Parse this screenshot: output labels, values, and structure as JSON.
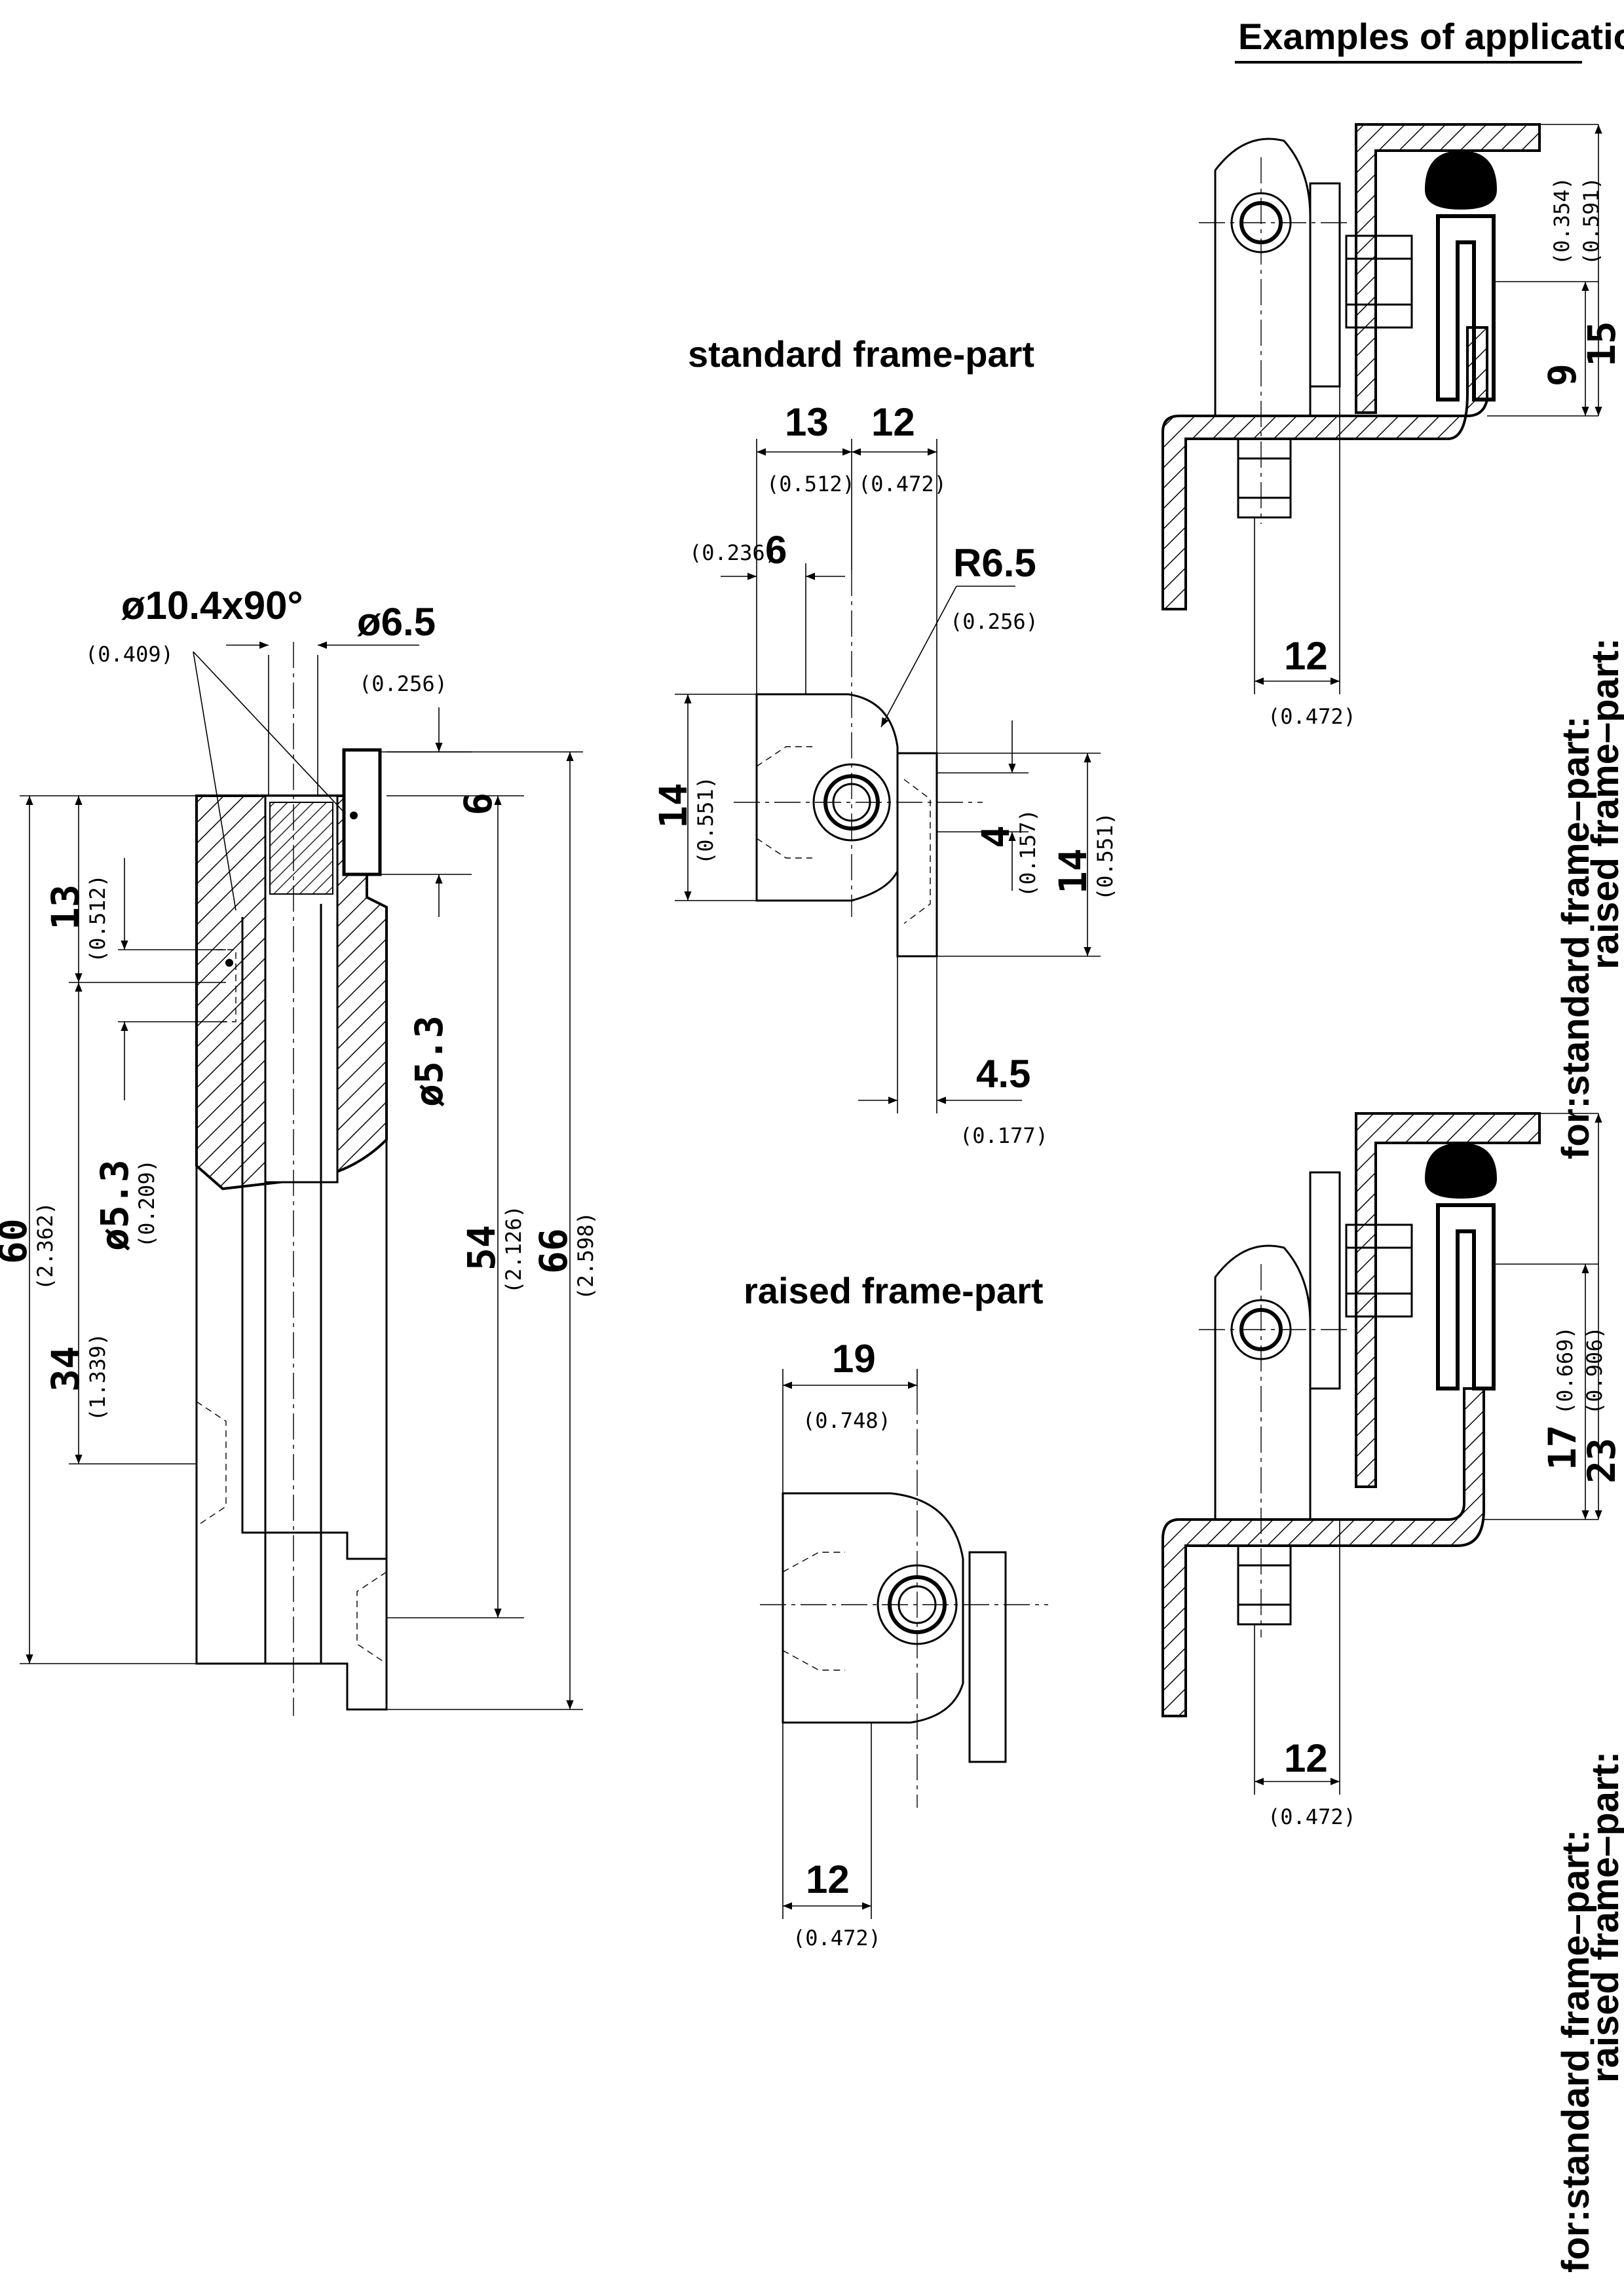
{
  "titles": {
    "examples": "Examples of application",
    "standard": "standard frame-part",
    "raised": "raised frame-part"
  },
  "main_view": {
    "d_countersink": "ø10.4x90°",
    "d_countersink_in": "(0.409)",
    "d_bore": "ø6.5",
    "d_bore_in": "(0.256)",
    "d_pin": "ø5.3",
    "d_pin_in": "(0.209)",
    "d_pin_right": "ø5.3",
    "dim_6": "6",
    "dim_13": "13",
    "dim_13_in": "(0.512)",
    "dim_60": "60",
    "dim_60_in": "(2.362)",
    "dim_34": "34",
    "dim_34_in": "(1.339)",
    "dim_54": "54",
    "dim_54_in": "(2.126)",
    "dim_66": "66",
    "dim_66_in": "(2.598)"
  },
  "standard_part": {
    "dim_13": "13",
    "dim_13_in": "(0.512)",
    "dim_12": "12",
    "dim_12_in": "(0.472)",
    "dim_6": "6",
    "dim_6_in": "(0.236)",
    "radius": "R6.5",
    "radius_in": "(0.256)",
    "dim_14_left": "14",
    "dim_14_left_in": "(0.551)",
    "dim_4": "4",
    "dim_4_in": "(0.157)",
    "dim_14_right": "14",
    "dim_14_right_in": "(0.551)",
    "dim_45": "4.5",
    "dim_45_in": "(0.177)"
  },
  "raised_part": {
    "dim_19": "19",
    "dim_19_in": "(0.748)",
    "dim_12": "12",
    "dim_12_in": "(0.472)"
  },
  "app_top": {
    "dim_12": "12",
    "dim_12_in": "(0.472)",
    "dim_9": "9",
    "dim_9_in": "(0.354)",
    "dim_15": "15",
    "dim_15_in": "(0.591)",
    "label_standard": "for:standard  frame–part:",
    "label_raised": "raised  frame–part:"
  },
  "app_bottom": {
    "dim_12": "12",
    "dim_12_in": "(0.472)",
    "dim_17": "17",
    "dim_17_in": "(0.669)",
    "dim_23": "23",
    "dim_23_in": "(0.906)",
    "label_standard": "for:standard  frame–part:",
    "label_raised": "raised  frame–part:"
  }
}
